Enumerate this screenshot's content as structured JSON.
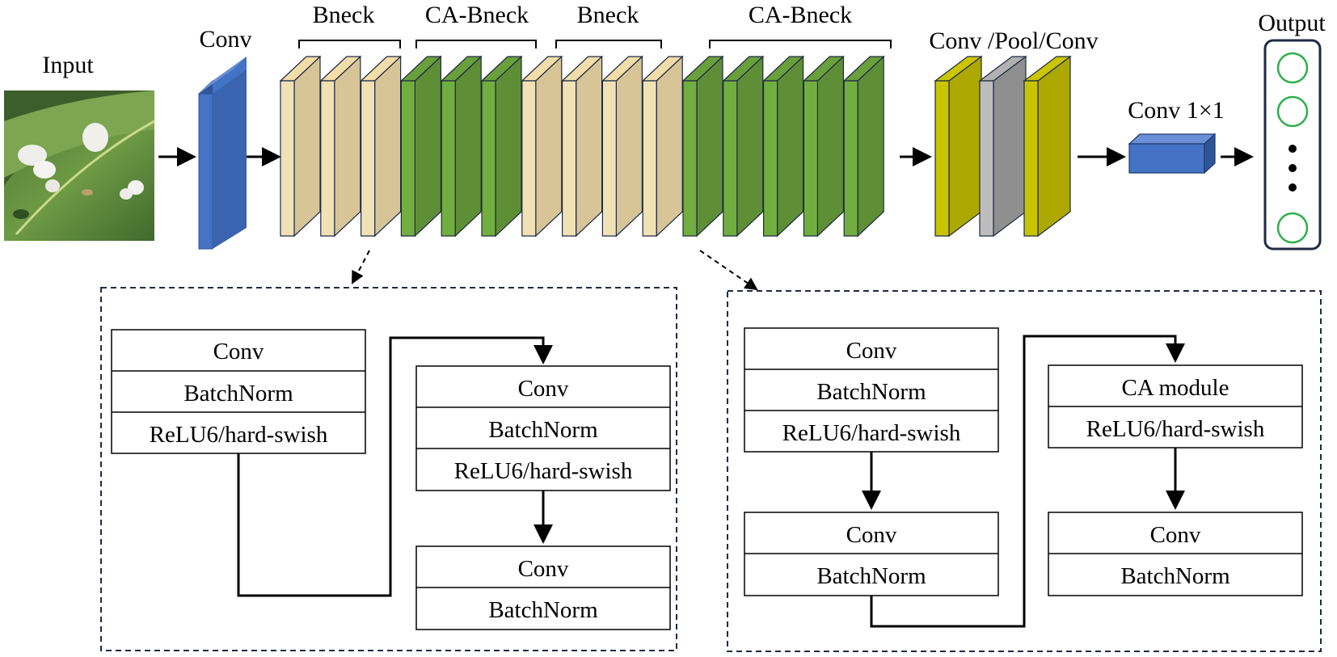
{
  "title_labels": {
    "input": "Input",
    "conv": "Conv",
    "bneck_1": "Bneck",
    "ca_bneck_1": "CA-Bneck",
    "bneck_2": "Bneck",
    "ca_bneck_2": "CA-Bneck",
    "conv_pool_conv": "Conv /Pool/Conv",
    "conv1x1": "Conv 1×1",
    "output": "Output"
  },
  "left_detail": {
    "block_a": [
      "Conv",
      "BatchNorm",
      "ReLU6/hard-swish"
    ],
    "block_b": [
      "Conv",
      "BatchNorm",
      "ReLU6/hard-swish"
    ],
    "block_c": [
      "Conv",
      "BatchNorm"
    ]
  },
  "right_detail": {
    "block_a": [
      "Conv",
      "BatchNorm",
      "ReLU6/hard-swish"
    ],
    "block_b": [
      "Conv",
      "BatchNorm"
    ],
    "block_c": [
      "CA module",
      "ReLU6/hard-swish"
    ],
    "block_d": [
      "Conv",
      "BatchNorm"
    ]
  },
  "colors": {
    "conv_blue": "#4472C4",
    "bneck_tan": "#D9C89A",
    "ca_green": "#5C8E35",
    "yellow": "#B5B100",
    "gray": "#9E9E9E",
    "output_green": "#2DB04A",
    "frame_navy": "#1F2A44"
  },
  "icons": {
    "input_image": "leaf-photo"
  }
}
